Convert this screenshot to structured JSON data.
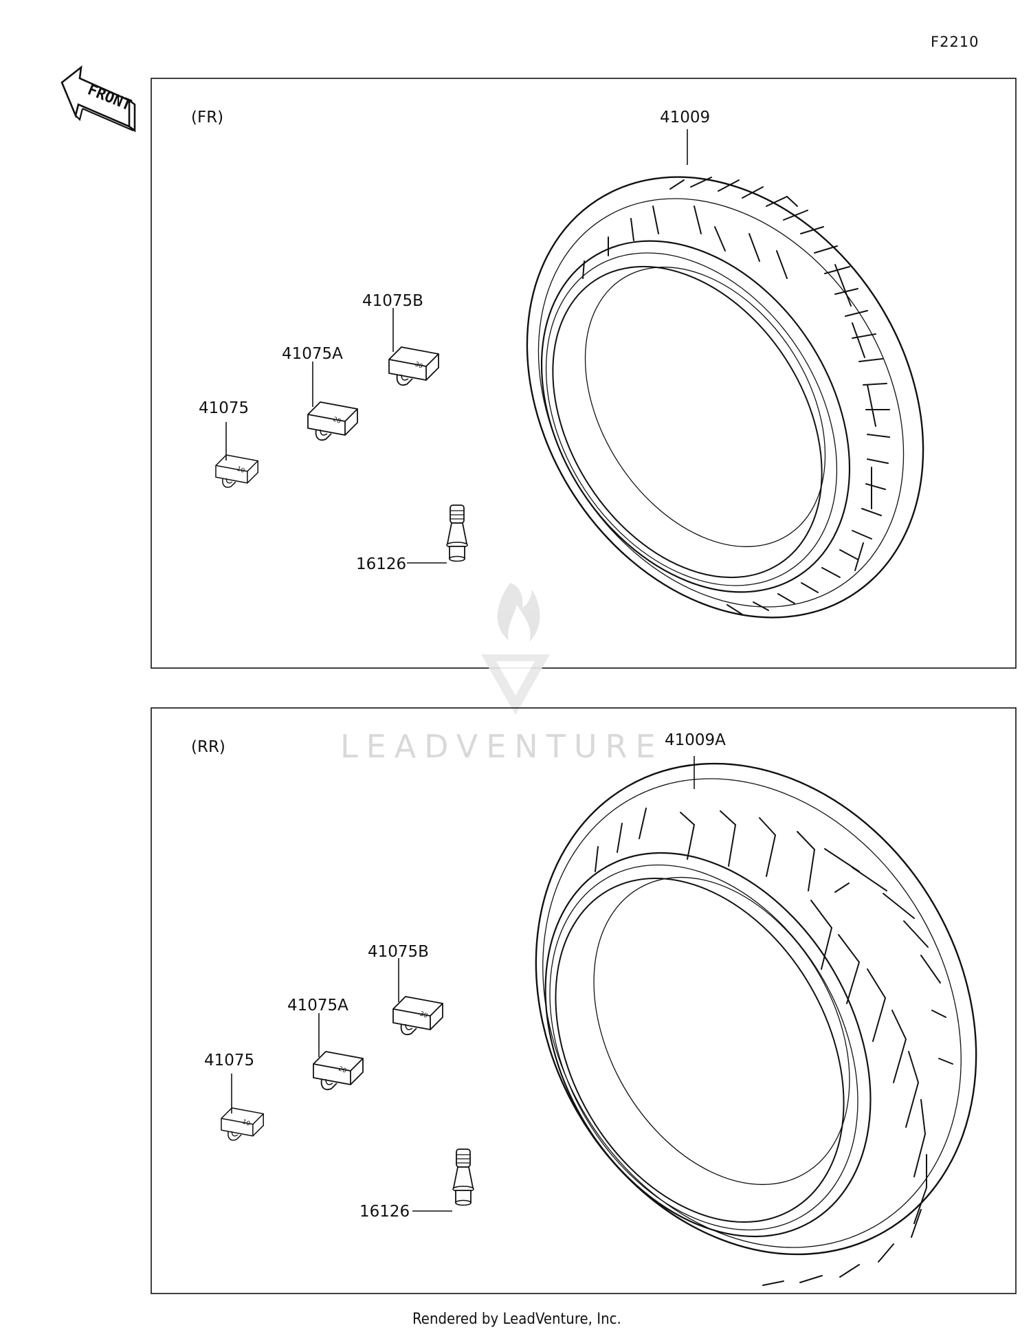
{
  "diagram_code": "F2210",
  "front_arrow": {
    "label": "FRONT"
  },
  "watermark": {
    "text": "LEADVENTURE"
  },
  "footer": "Rendered by LeadVenture, Inc.",
  "panels": [
    {
      "section_label": "(FR)",
      "parts": {
        "tire": "41009",
        "weight_b": "41075B",
        "weight_a": "41075A",
        "weight": "41075",
        "valve": "16126"
      }
    },
    {
      "section_label": "(RR)",
      "parts": {
        "tire": "41009A",
        "weight_b": "41075B",
        "weight_a": "41075A",
        "weight": "41075",
        "valve": "16126"
      }
    }
  ],
  "weight_marks": {
    "weight": "10",
    "weight_a": "20",
    "weight_b": "30"
  }
}
